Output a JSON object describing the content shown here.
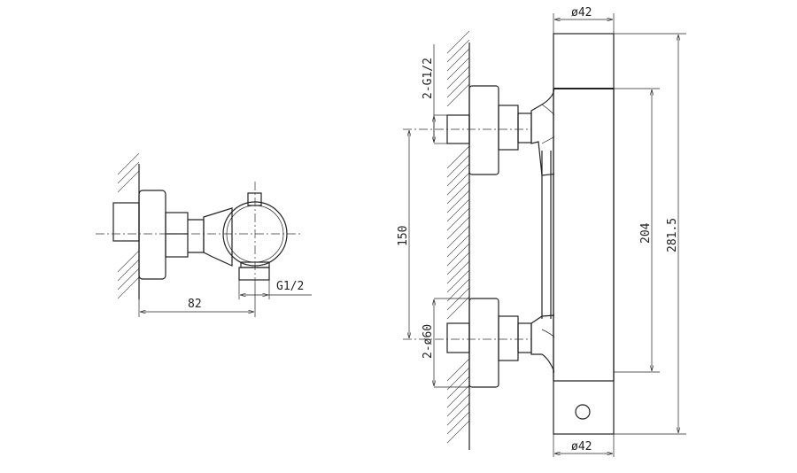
{
  "side_view": {
    "dim_depth": "82",
    "dim_outlet_thread": "G1/2"
  },
  "front_view": {
    "dim_inlet_thread": "2-G1/2",
    "dim_inlet_spacing": "150",
    "dim_flange_diameter": "2-ø60",
    "dim_body_inner_height": "204",
    "dim_total_height": "281.5",
    "dim_top_diameter": "ø42",
    "dim_bottom_diameter": "ø42"
  }
}
